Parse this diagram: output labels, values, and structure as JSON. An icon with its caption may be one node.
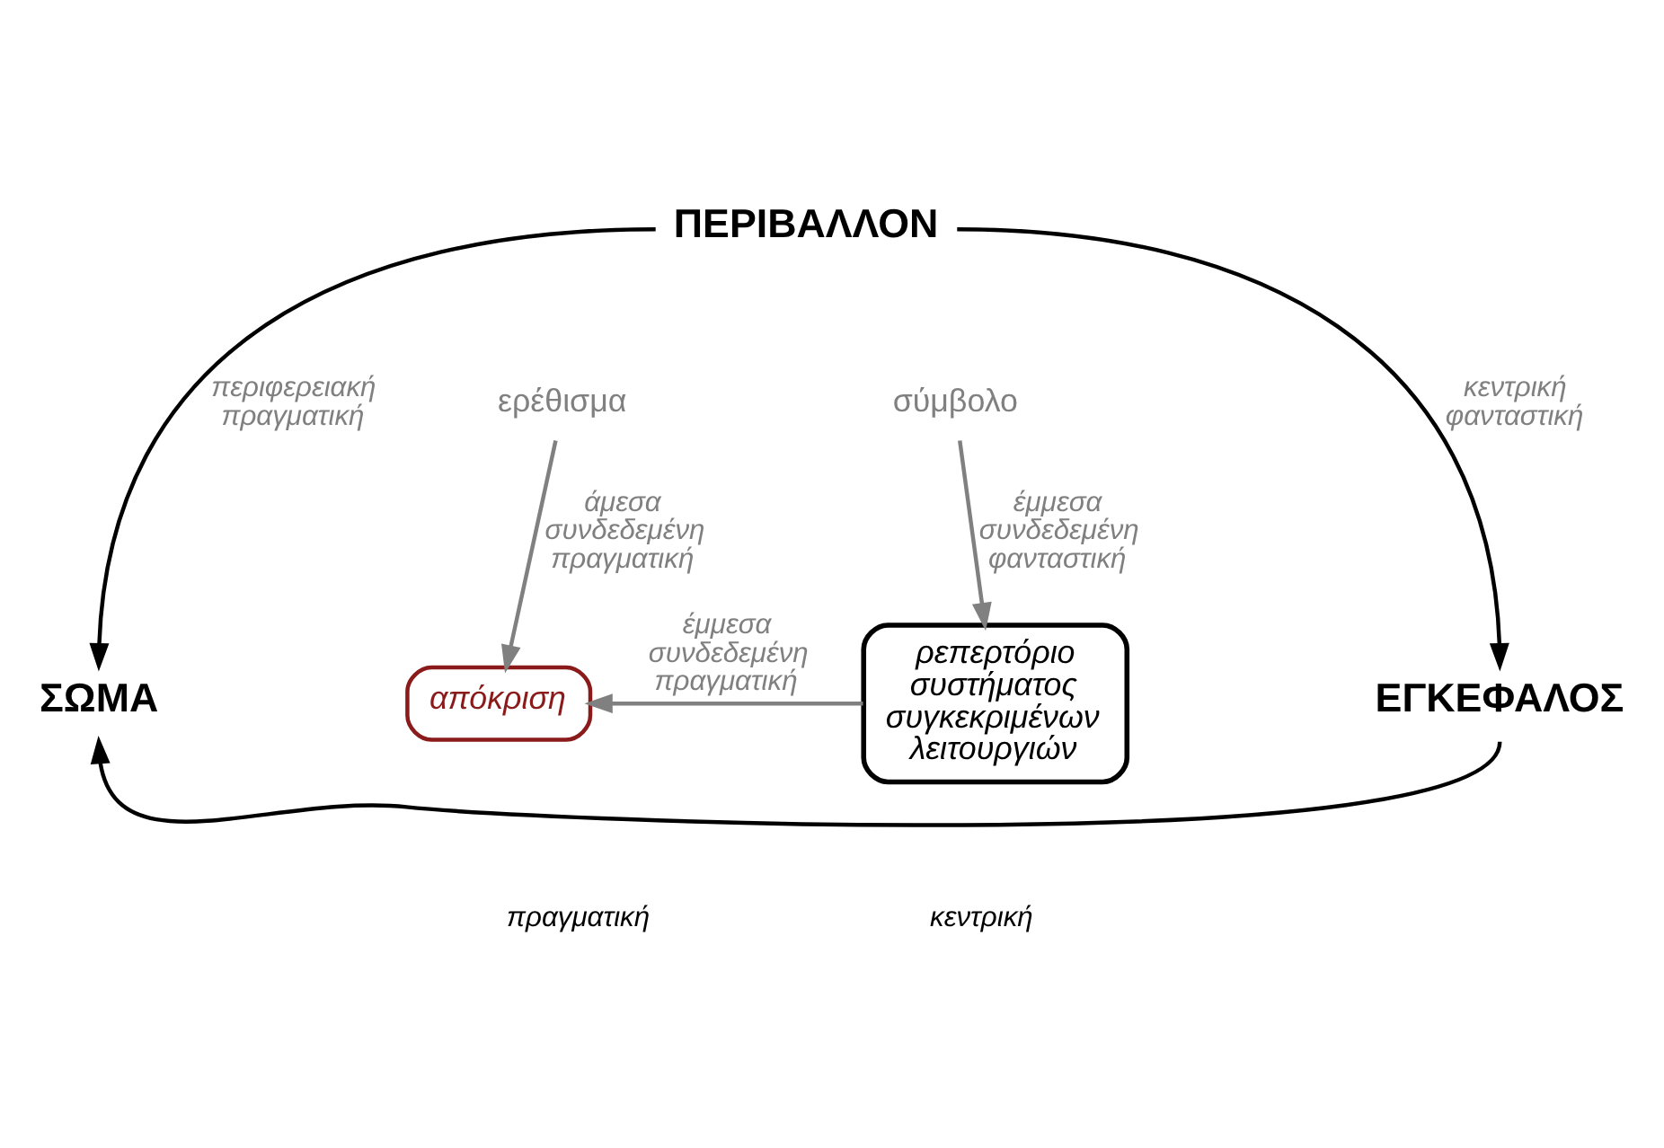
{
  "diagram": {
    "nodes": [
      {
        "text": [
          "ΠΕΡΙΒΑΛΛΟΝ"
        ]
      },
      {
        "text": [
          "ΣΩΜΑ"
        ]
      },
      {
        "text": [
          "ΕΓΚΕΦΑΛΟΣ"
        ]
      },
      {
        "text": [
          "ερέθισμα"
        ]
      },
      {
        "text": [
          "σύμβολο"
        ]
      },
      {
        "text": [
          "απόκριση"
        ]
      },
      {
        "text": [
          "ρεπερτόριο συστήματος συγκεκριμένων λειτουργιών"
        ]
      }
    ],
    "edges": [
      {
        "from": 0,
        "to": 1,
        "arrow": "to",
        "label": "περιφερειακή πραγματική",
        "color": "#000000"
      },
      {
        "from": 0,
        "to": 2,
        "arrow": "to",
        "label": "κεντρική φανταστική",
        "color": "#000000"
      },
      {
        "from": 3,
        "to": 5,
        "arrow": "to",
        "label": "άμεσα συνδεδεμένη πραγματική",
        "color": "#808080"
      },
      {
        "from": 4,
        "to": 6,
        "arrow": "to",
        "label": "έμμεσα συνδεδεμένη φανταστική",
        "color": "#808080"
      },
      {
        "from": 6,
        "to": 5,
        "arrow": "to",
        "label": "έμμεσα συνδεδεμένη πραγματική",
        "color": "#808080"
      },
      {
        "from": 2,
        "to": 1,
        "arrow": "to",
        "color": "#000000"
      }
    ],
    "labels": [
      "πραγματική",
      "κεντρική"
    ]
  }
}
